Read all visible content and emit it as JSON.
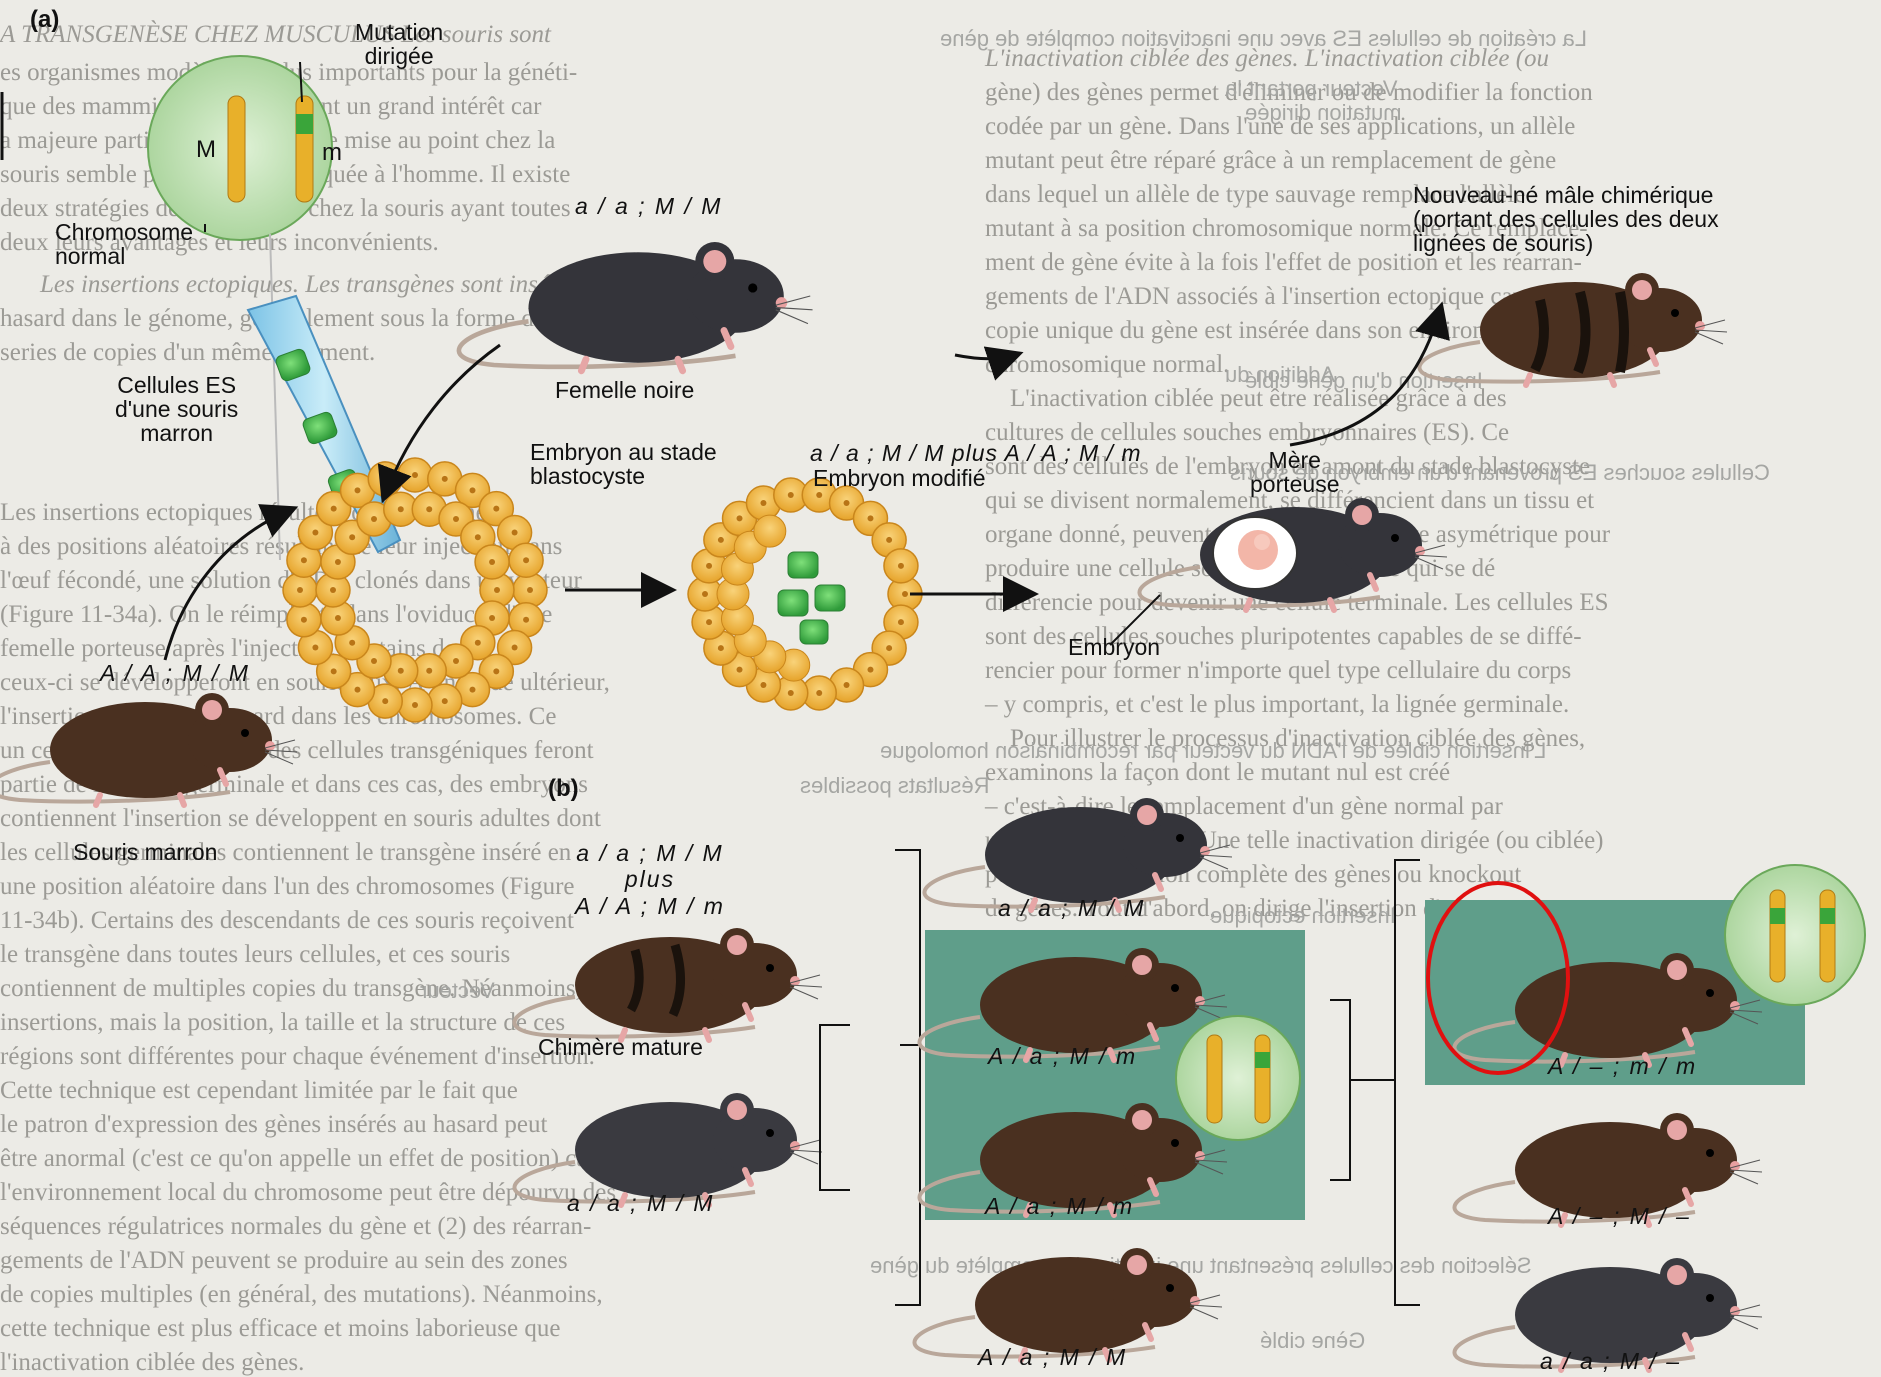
{
  "panel_a": {
    "letter": "(a)",
    "chromosome_callout": {
      "mutation_label": "Mutation\ndirigée",
      "allele_M": "M",
      "allele_m": "m",
      "normal_chromosome_label": "Chromosome\nnormal"
    },
    "es_cells_label": "Cellules ES\nd'une souris\nmarron",
    "black_female_genotype": "a / a ; M / M",
    "black_female_label": "Femelle noire",
    "brown_mouse_genotype": "A / A ; M / M",
    "brown_mouse_label": "Souris marron",
    "blastocyst_label": "Embryon au stade\nblastocyste",
    "modified_embryo_genotype": "a / a ; M / M plus A / A ; M / m",
    "modified_embryo_label": "Embryon modifié",
    "surrogate_label": "Mère\nporteuse",
    "embryo_label": "Embryon",
    "chimera_newborn_label": "Nouveau-né mâle chimérique\n(portant des cellules des deux\nlignées de souris)"
  },
  "panel_b": {
    "letter": "(b)",
    "cross_left_genotype": "a / a ; M / M\nplus\nA / A ; M / m",
    "mature_chimera_label": "Chimère mature",
    "black_mate_genotype": "a / a ; M / M",
    "offspring": [
      {
        "genotype": "a / a ; M / M"
      },
      {
        "genotype": "A / a ; M / m"
      },
      {
        "genotype": "A / a ; M / m"
      },
      {
        "genotype": "A / a ; M / M"
      }
    ],
    "f2_offspring": [
      {
        "genotype": "A / – ; m / m"
      },
      {
        "genotype": "A / – ; M / –"
      },
      {
        "genotype": "a / a ; M / –"
      }
    ]
  },
  "colors": {
    "page": "#ecebe6",
    "chromosome": "#e8b02a",
    "mutation_band": "#3aa53a",
    "es_cell": "#3fb34a",
    "teal_box": "#5f9e8a",
    "highlight_circle": "#e01010",
    "brown_mouse": "#3a2a1e",
    "black_mouse": "#2e2e30"
  }
}
